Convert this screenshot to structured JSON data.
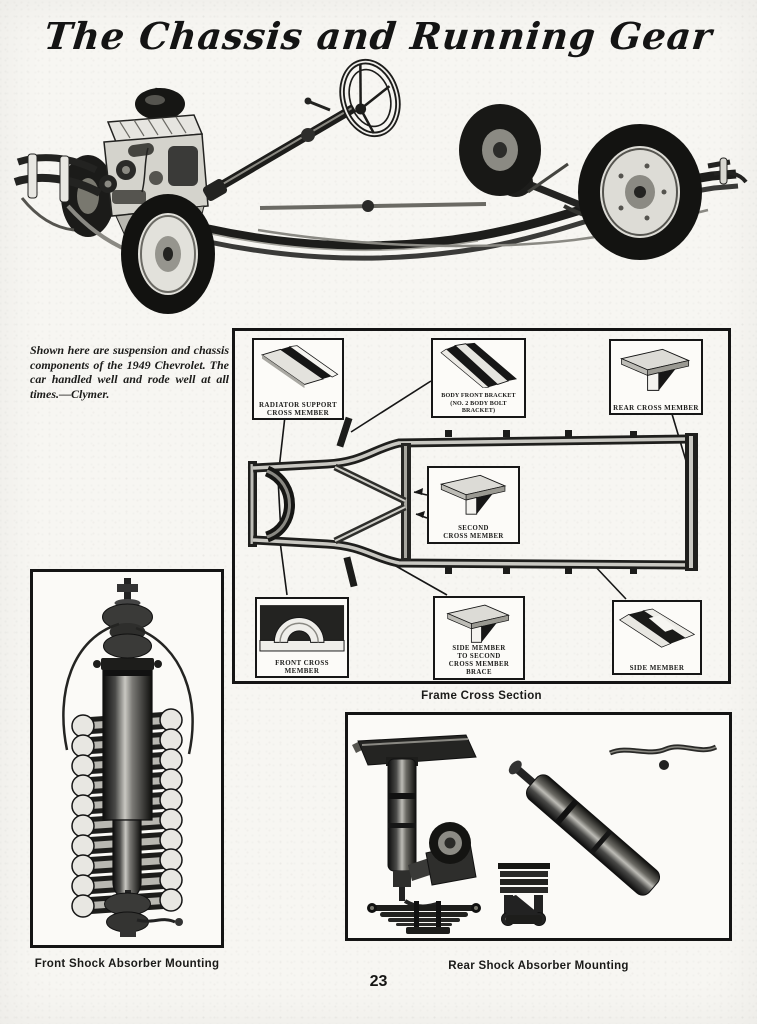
{
  "page": {
    "title": "The Chassis and Running Gear",
    "page_number": "23"
  },
  "colors": {
    "paper": "#f7f6f2",
    "ink": "#161616"
  },
  "intro_caption": "Shown here are suspension and chassis components of the 1949 Chevrolet. The car handled well and rode well at all times.—Clymer.",
  "frame_diagram": {
    "caption": "Frame Cross Section",
    "labels": {
      "radiator_support": "RADIATOR SUPPORT\nCROSS MEMBER",
      "body_front_bracket": "BODY FRONT BRACKET\n(NO. 2 BODY BOLT BRACKET)",
      "rear_cross_member": "REAR CROSS MEMBER",
      "second_cross_member": "SECOND\nCROSS MEMBER",
      "front_cross_member": "FRONT CROSS MEMBER",
      "side_member_brace": "SIDE MEMBER\nTO SECOND\nCROSS MEMBER BRACE",
      "side_member": "SIDE MEMBER"
    }
  },
  "figures": {
    "front_shock_caption": "Front Shock Absorber Mounting",
    "rear_shock_caption": "Rear Shock Absorber Mounting"
  }
}
